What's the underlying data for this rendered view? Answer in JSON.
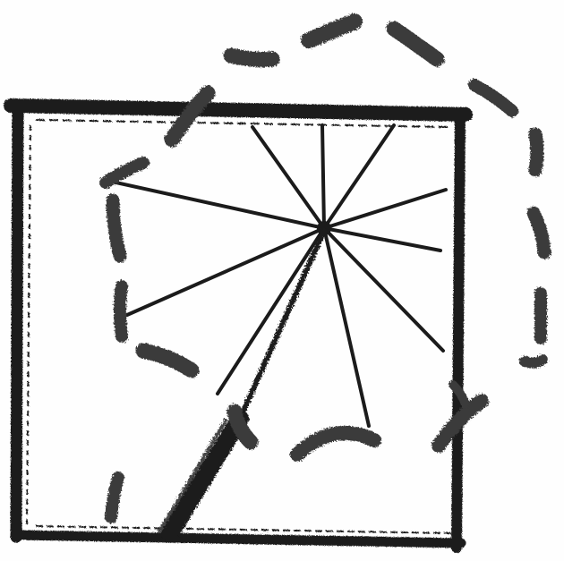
{
  "drawing": {
    "ink_color": "#1b1b1b",
    "dash_color": "#3a3a3a",
    "paper_color": "#fefefe",
    "elements": [
      "square-frame",
      "radiating-lines",
      "diagonal-stroke",
      "dashed-circle"
    ],
    "radiating_line_count": 10
  }
}
